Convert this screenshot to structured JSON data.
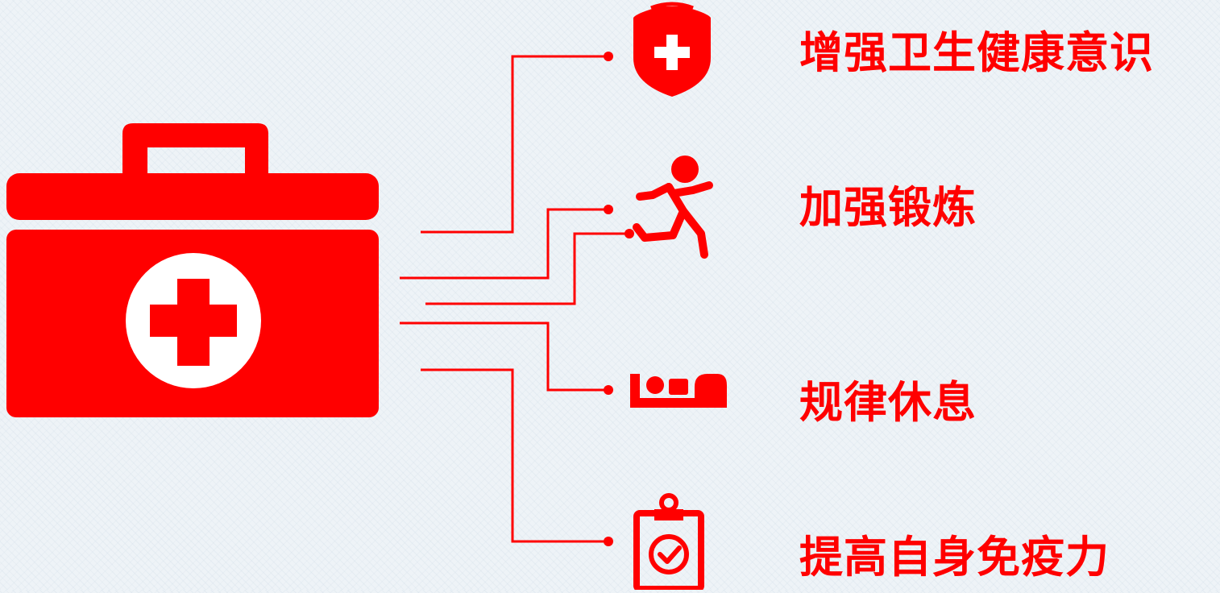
{
  "accent_color": "#ff0000",
  "background_color": "#eef3f7",
  "central_icon": "first-aid-kit-icon",
  "items": [
    {
      "label": "增强卫生健康意识",
      "icon": "shield-plus-icon"
    },
    {
      "label": "加强锻炼",
      "icon": "running-person-icon"
    },
    {
      "label": "规律休息",
      "icon": "bed-icon"
    },
    {
      "label": "提高自身免疫力",
      "icon": "clipboard-check-icon"
    }
  ]
}
